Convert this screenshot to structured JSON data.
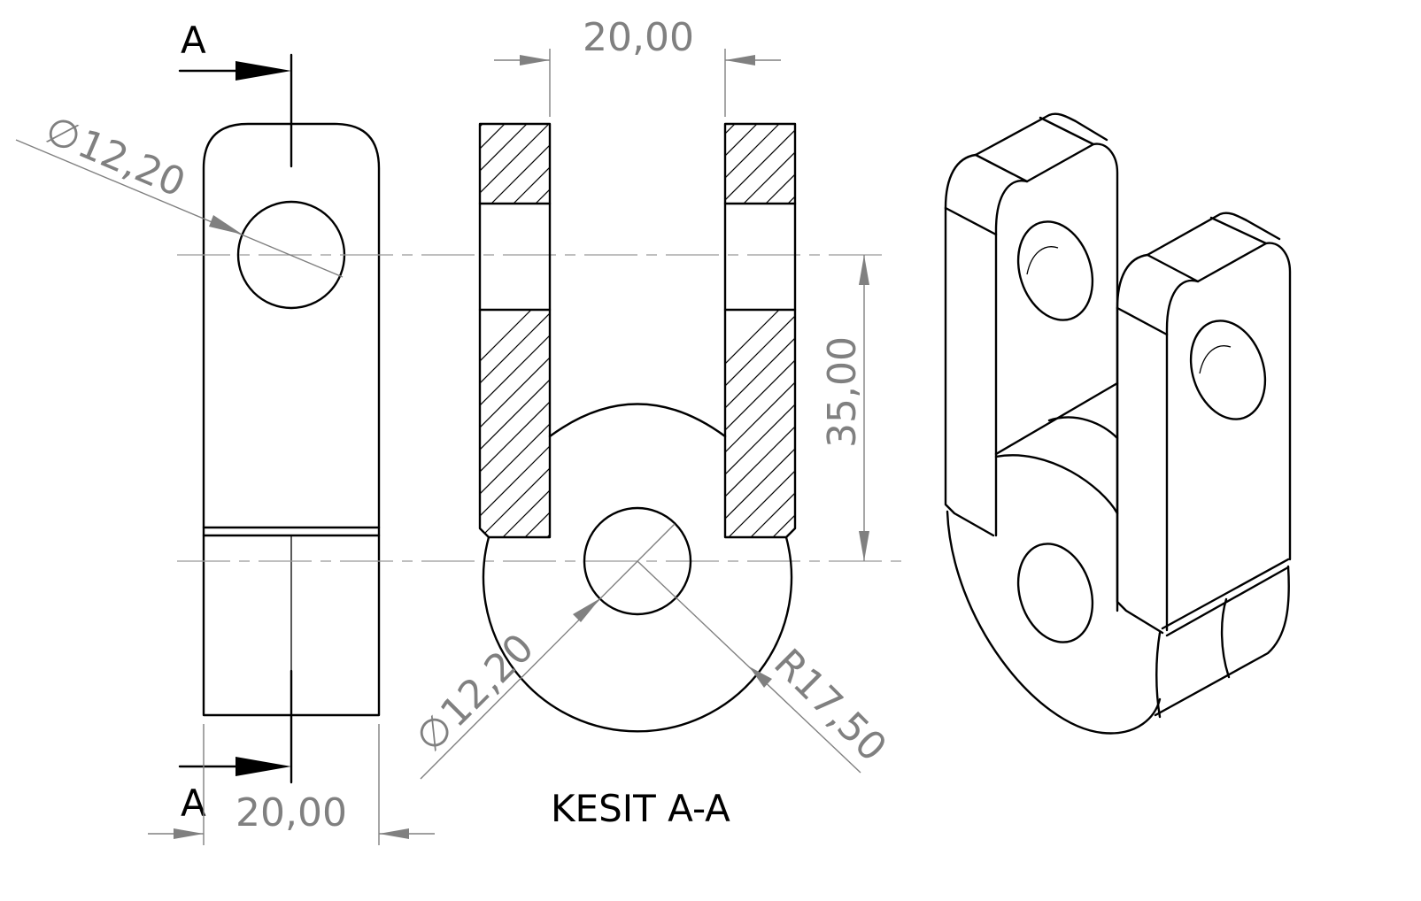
{
  "section_marker": {
    "top_label": "A",
    "bottom_label": "A"
  },
  "dimensions": {
    "front_hole_diameter": "12,20",
    "front_width": "20,00",
    "section_gap_width": "20,00",
    "section_height": "35,00",
    "section_hole_diameter": "12,20",
    "section_radius": "R17,50"
  },
  "symbols": {
    "diameter": "∅"
  },
  "section_title": "KESIT A-A",
  "colors": {
    "object_line": "#000000",
    "dimension_line": "#808080",
    "center_line": "#999999"
  }
}
